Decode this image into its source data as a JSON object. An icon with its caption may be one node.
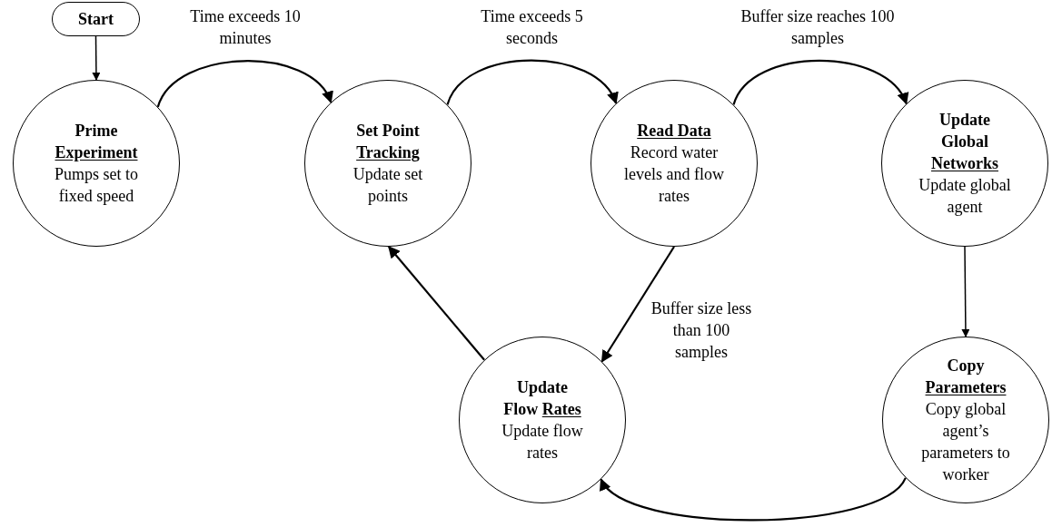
{
  "diagram": {
    "nodes": [
      {
        "text": [
          "Start"
        ]
      },
      {
        "text": [
          "Prime Experiment",
          "Pumps set to fixed speed"
        ]
      },
      {
        "text": [
          "Set Point Tracking",
          "Update set points"
        ]
      },
      {
        "text": [
          "Read Data",
          "Record water levels and flow rates"
        ]
      },
      {
        "text": [
          "Update Global Networks",
          "Update global agent"
        ]
      },
      {
        "text": [
          "Update Flow Rates",
          "Update flow rates"
        ]
      },
      {
        "text": [
          "Copy Parameters",
          "Copy global agent’s parameters to worker"
        ]
      }
    ],
    "edges": [
      {
        "from": 0,
        "to": 1,
        "arrow": "to"
      },
      {
        "from": 1,
        "to": 2,
        "arrow": "to",
        "label": "Time exceeds 10 minutes"
      },
      {
        "from": 2,
        "to": 3,
        "arrow": "to",
        "label": "Time exceeds 5 seconds"
      },
      {
        "from": 3,
        "to": 4,
        "arrow": "to",
        "label": "Buffer size reaches 100 samples"
      },
      {
        "from": 4,
        "to": 6,
        "arrow": "to"
      },
      {
        "from": 3,
        "to": 5,
        "arrow": "to",
        "label": "Buffer size less than 100 samples"
      },
      {
        "from": 5,
        "to": 2,
        "arrow": "to"
      },
      {
        "from": 6,
        "to": 5,
        "arrow": "to"
      }
    ]
  }
}
